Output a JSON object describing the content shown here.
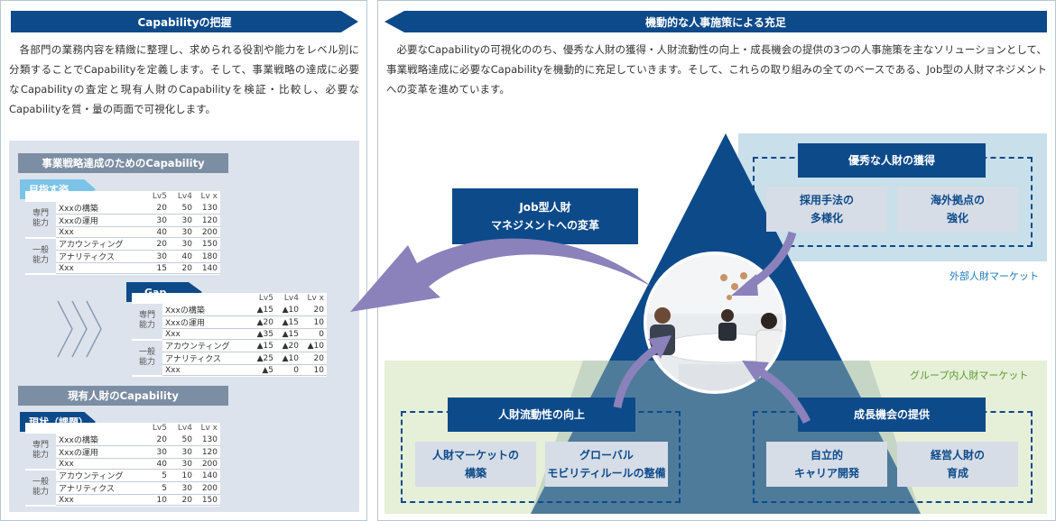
{
  "left": {
    "banner": "Capabilityの把握",
    "description": "各部門の業務内容を精緻に整理し、求められる役割や能力をレベル別に分類することでCapabilityを定義します。そして、事業戦略の達成に必要なCapabilityの査定と現有人財のCapabilityを検証・比較し、必要なCapabilityを質・量の両面で可視化します。",
    "target_section": {
      "title": "事業戦略達成のためのCapability",
      "tag": "目指す姿",
      "headers": [
        "Lv5",
        "Lv4",
        "Lv x"
      ],
      "groups": [
        {
          "name": "専門\n能力",
          "rows": [
            {
              "item": "Xxxの構築",
              "values": [
                "20",
                "50",
                "130"
              ]
            },
            {
              "item": "Xxxの運用",
              "values": [
                "30",
                "30",
                "120"
              ]
            },
            {
              "item": "Xxx",
              "values": [
                "40",
                "30",
                "200"
              ]
            }
          ]
        },
        {
          "name": "一般\n能力",
          "rows": [
            {
              "item": "アカウンティング",
              "values": [
                "20",
                "30",
                "150"
              ]
            },
            {
              "item": "アナリティクス",
              "values": [
                "30",
                "40",
                "180"
              ]
            },
            {
              "item": "Xxx",
              "values": [
                "15",
                "20",
                "140"
              ]
            }
          ]
        }
      ]
    },
    "gap_section": {
      "tag": "Gap",
      "headers": [
        "Lv5",
        "Lv4",
        "Lv x"
      ],
      "groups": [
        {
          "name": "専門\n能力",
          "rows": [
            {
              "item": "Xxxの構築",
              "values": [
                "▲15",
                "▲10",
                "20"
              ]
            },
            {
              "item": "Xxxの運用",
              "values": [
                "▲20",
                "▲15",
                "10"
              ]
            },
            {
              "item": "Xxx",
              "values": [
                "▲35",
                "▲15",
                "0"
              ]
            }
          ]
        },
        {
          "name": "一般\n能力",
          "rows": [
            {
              "item": "アカウンティング",
              "values": [
                "▲15",
                "▲20",
                "▲10"
              ]
            },
            {
              "item": "アナリティクス",
              "values": [
                "▲25",
                "▲10",
                "20"
              ]
            },
            {
              "item": "Xxx",
              "values": [
                "▲5",
                "0",
                "10"
              ]
            }
          ]
        }
      ]
    },
    "current_section": {
      "title": "現有人財のCapability",
      "tag": "現状（課題）",
      "headers": [
        "Lv5",
        "Lv4",
        "Lv x"
      ],
      "groups": [
        {
          "name": "専門\n能力",
          "rows": [
            {
              "item": "Xxxの構築",
              "values": [
                "20",
                "50",
                "130"
              ]
            },
            {
              "item": "Xxxの運用",
              "values": [
                "30",
                "30",
                "120"
              ]
            },
            {
              "item": "Xxx",
              "values": [
                "40",
                "30",
                "200"
              ]
            }
          ]
        },
        {
          "name": "一般\n能力",
          "rows": [
            {
              "item": "アカウンティング",
              "values": [
                "5",
                "10",
                "140"
              ]
            },
            {
              "item": "アナリティクス",
              "values": [
                "5",
                "30",
                "200"
              ]
            },
            {
              "item": "Xxx",
              "values": [
                "10",
                "20",
                "150"
              ]
            }
          ]
        }
      ]
    }
  },
  "right": {
    "banner": "機動的な人事施策による充足",
    "description": "必要なCapabilityの可視化ののち、優秀な人財の獲得・人財流動性の向上・成長機会の提供の3つの人事施策を主なソリューションとして、事業戦略達成に必要なCapabilityを機動的に充足していきます。そして、これらの取り組みの全てのベースである、Job型の人財マネジメントへの変革を進めています。",
    "job_box": "Job型人財\nマネジメントへの変革",
    "external_market": "外部人財マーケット",
    "group_market": "グループ内人財マーケット",
    "acquisition": {
      "title": "優秀な人財の獲得",
      "items": [
        "採用手法の\n多様化",
        "海外拠点の\n強化"
      ]
    },
    "mobility": {
      "title": "人財流動性の向上",
      "items": [
        "人財マーケットの\n構築",
        "グローバル\nモビリティルールの整備"
      ]
    },
    "growth": {
      "title": "成長機会の提供",
      "items": [
        "自立的\nキャリア開発",
        "経営人財の\n育成"
      ]
    }
  }
}
